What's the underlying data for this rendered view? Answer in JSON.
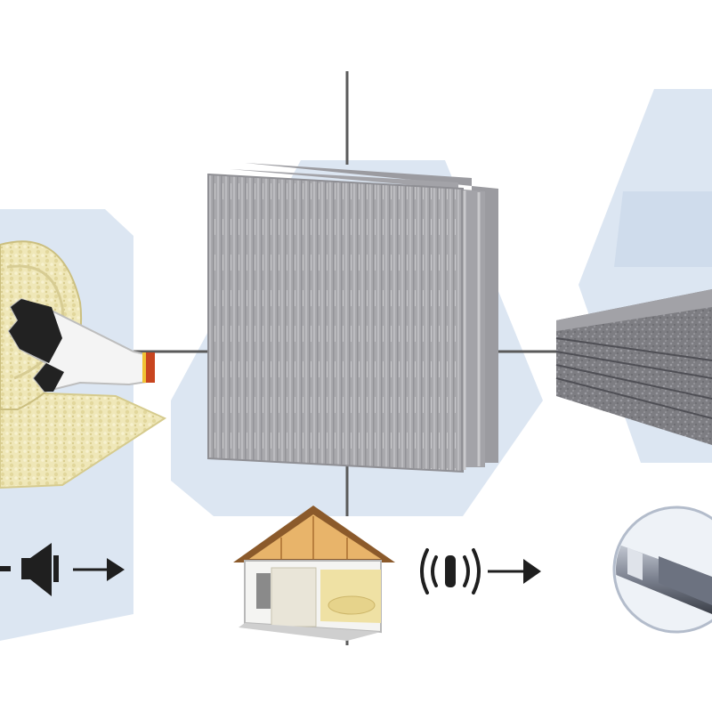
{
  "scene": {
    "background": "#ffffff",
    "accent_blue": "#dce6f2",
    "connector_color": "#5a5a5a",
    "icon_color": "#1f1f1f"
  },
  "items": [
    {
      "name": "mineral-wool-roll",
      "icon": "gloved-hand-unrolling-wool"
    },
    {
      "name": "stone-wool-panel-stack",
      "icon": "rock-wool-board"
    },
    {
      "name": "foam-board-stack",
      "icon": "foam-insulation-board"
    },
    {
      "name": "insulated-house-cutaway",
      "icon": "house-attic-insulation"
    },
    {
      "name": "pipe-insulation-detail",
      "icon": "pipe-wrap"
    }
  ],
  "symbols": [
    {
      "name": "speaker-icon",
      "meaning": "sound"
    },
    {
      "name": "vibration-waves-icon",
      "meaning": "sound-waves"
    },
    {
      "name": "arrow-right-icon",
      "meaning": "direction"
    }
  ]
}
